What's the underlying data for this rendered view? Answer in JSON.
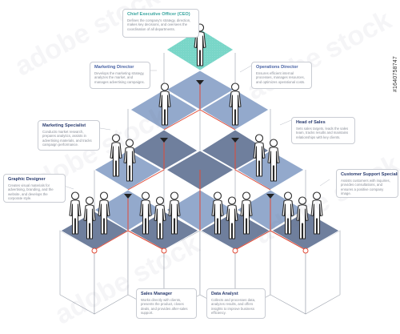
{
  "colors": {
    "ceo_tile": "#79d6c8",
    "tile_blue": "#93a9cc",
    "tile_dark": "#6f7f9d",
    "connector": "#e14b37",
    "outline": "#2a2a2a"
  },
  "callouts": {
    "ceo": {
      "title": "Chief Executive Officer (CEO)",
      "desc": "Defines the company's strategy, direction, makes key decisions, and oversees the coordination of all departments."
    },
    "marketing_director": {
      "title": "Marketing Director",
      "desc": "Develops the marketing strategy, analyzes the market, and manages advertising campaigns."
    },
    "operations_director": {
      "title": "Operations Director",
      "desc": "Ensures efficient internal processes, manages resources, and optimizes operational costs."
    },
    "marketing_specialist": {
      "title": "Marketing Specialist",
      "desc": "Conducts market research, prepares analytics, assists in advertising materials, and tracks campaign performance."
    },
    "head_of_sales": {
      "title": "Head of Sales",
      "desc": "Sets sales targets, leads the sales team, tracks results and maintains relationships with key clients."
    },
    "graphic_designer": {
      "title": "Graphic Designer",
      "desc": "Creates visual materials for advertising, branding, and the website, and develops the corporate style."
    },
    "customer_support": {
      "title": "Customer Support Specialist",
      "desc": "Assists customers with inquiries, provides consultations, and ensures a positive company image."
    },
    "sales_manager": {
      "title": "Sales Manager",
      "desc": "Works directly with clients, presents the product, closes deals, and provides after-sales support."
    },
    "data_analyst": {
      "title": "Data Analyst",
      "desc": "Collects and processes data, analyzes results, and offers insights to improve business efficiency."
    }
  },
  "watermark": {
    "brand": "adobe stock",
    "id_text": "#1640758747"
  }
}
